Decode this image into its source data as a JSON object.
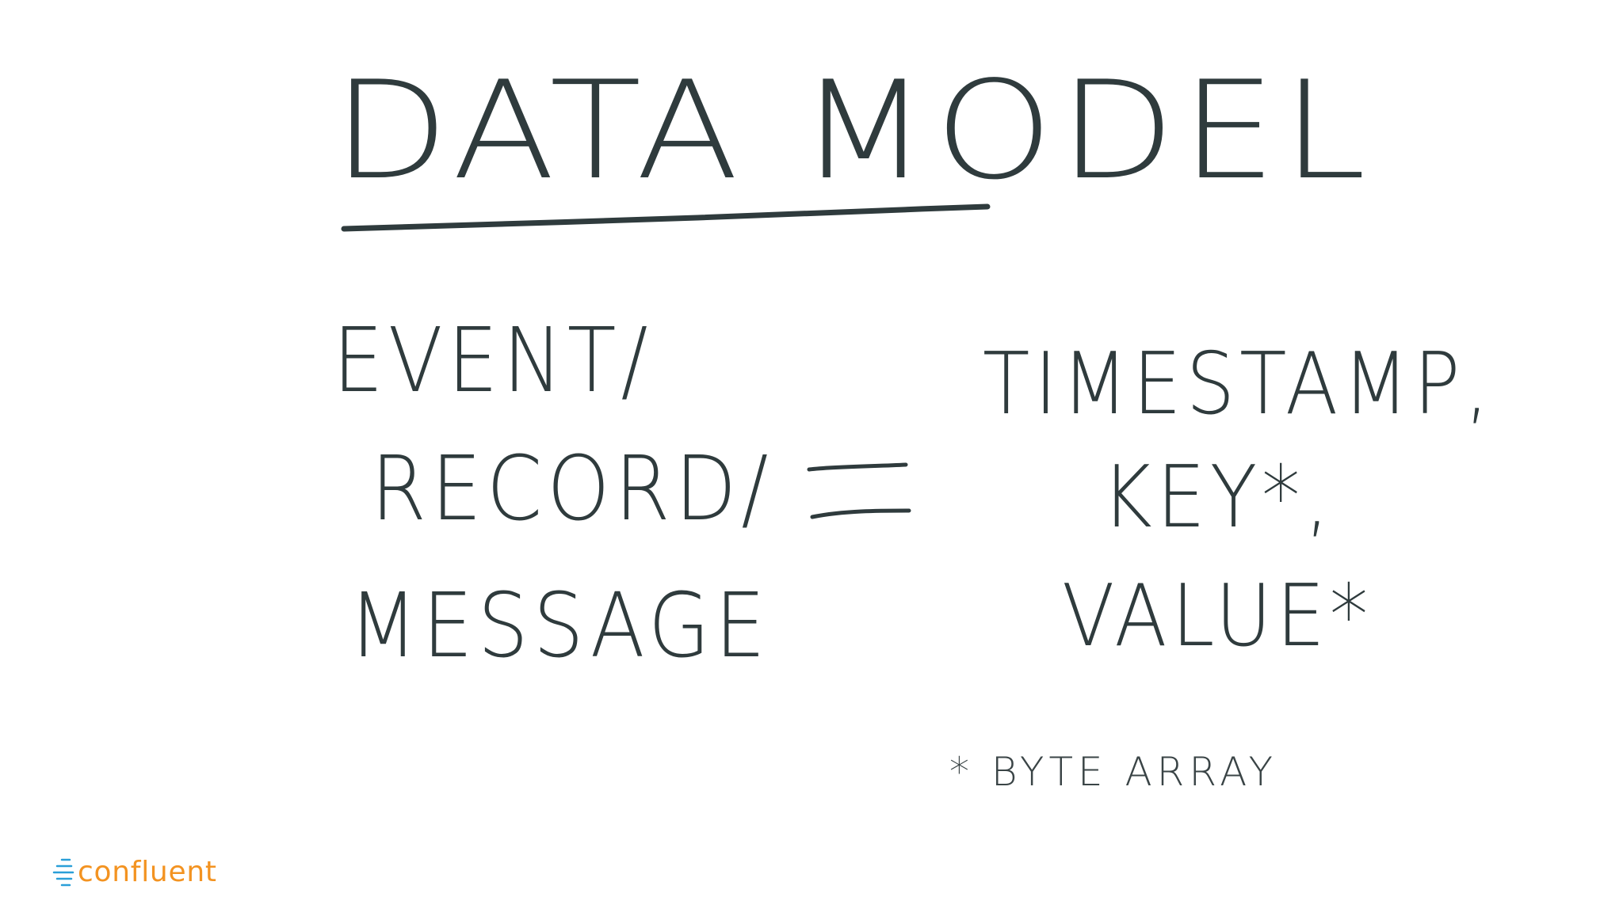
{
  "slide": {
    "title": "DATA MODEL",
    "left_terms": [
      "EVENT/",
      "RECORD/",
      "MESSAGE"
    ],
    "equals_symbol": "=",
    "right_terms": [
      "TIMESTAMP,",
      "KEY*,",
      "VALUE*"
    ],
    "footnote": "* BYTE ARRAY"
  },
  "logo": {
    "text": "confluent",
    "color": "#f39321",
    "accent_color": "#2a9fd8"
  },
  "colors": {
    "ink": "#2f3b3d",
    "background": "#ffffff"
  }
}
